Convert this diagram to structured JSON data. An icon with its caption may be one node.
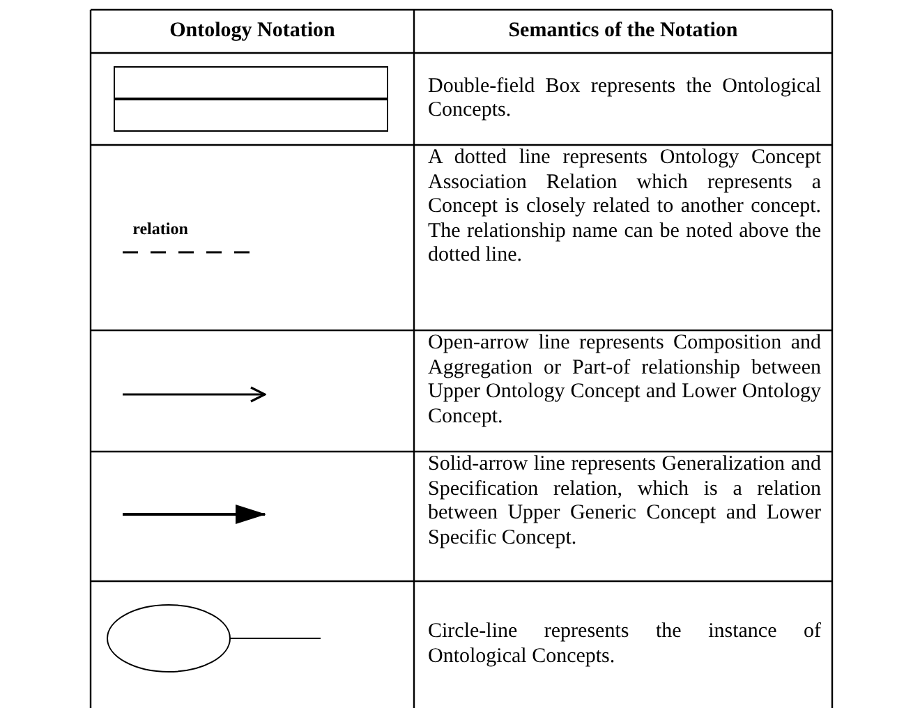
{
  "diagram": {
    "labels": [
      "Ontology Notation",
      "Semantics of the Notation",
      "Double-field Box represents the Ontological Concepts.",
      "relation",
      "A dotted line represents Ontology Concept Association Relation which represents a Concept is closely related to another concept. The relationship name can be noted above the dotted line.",
      "Open-arrow line represents Composition and Aggregation or Part-of relationship between Upper Ontology Concept and Lower Ontology Concept.",
      "Solid-arrow line represents Generalization and Specification relation, which is a relation between Upper Generic Concept and Lower Specific Concept.",
      "Circle-line represents the instance of Ontological Concepts."
    ]
  }
}
